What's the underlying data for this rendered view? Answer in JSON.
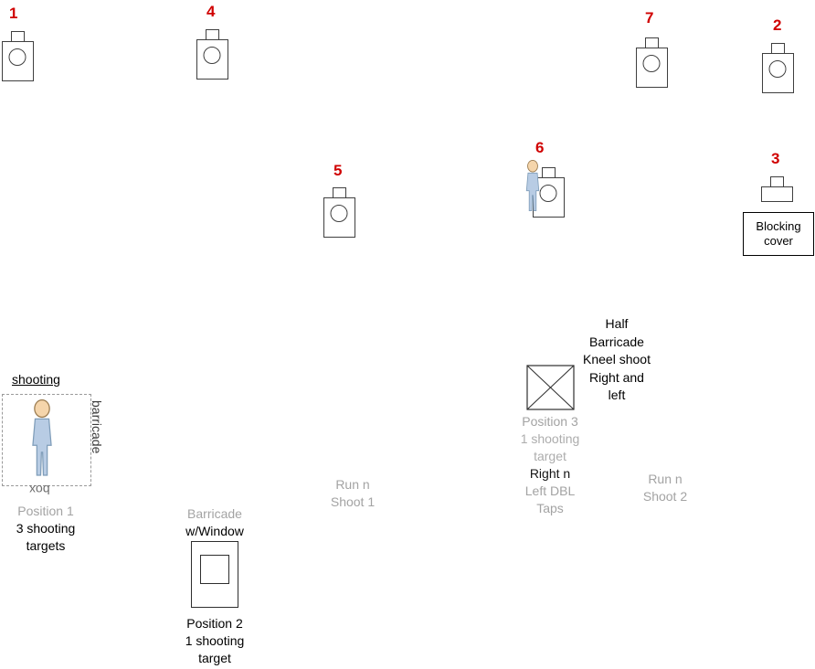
{
  "colors": {
    "target_number": "#d00000",
    "muted_text": "#a3a3a3",
    "text": "#000000",
    "person_body": "#b8cce4",
    "person_skin": "#f5d5ab"
  },
  "targets": {
    "t1": "1",
    "t2": "2",
    "t3": "3",
    "t4": "4",
    "t5": "5",
    "t6": "6",
    "t7": "7"
  },
  "blocking_cover": {
    "line1": "Blocking",
    "line2": "cover"
  },
  "shooting_box": {
    "top_label": "shooting",
    "side_label": "barricade",
    "bottom_label": "box",
    "position": "Position 1",
    "desc_line1": "3 shooting",
    "desc_line2": "targets"
  },
  "window_barricade": {
    "title_line1": "Barricade",
    "title_line2": "w/Window",
    "position": "Position 2",
    "desc_line1": "1 shooting",
    "desc_line2": "target"
  },
  "run_shoot_1": {
    "line1": "Run n",
    "line2": "Shoot 1"
  },
  "run_shoot_2": {
    "line1": "Run n",
    "line2": "Shoot 2"
  },
  "half_barricade": {
    "line1": "Half",
    "line2": "Barricade",
    "line3": "Kneel shoot",
    "line4": "Right and",
    "line5": "left"
  },
  "position_3": {
    "position": "Position 3",
    "desc_line1": "1 shooting",
    "desc_line2": "target",
    "desc_line3": "Right n",
    "desc_line4": "Left DBL",
    "desc_line5": "Taps"
  }
}
